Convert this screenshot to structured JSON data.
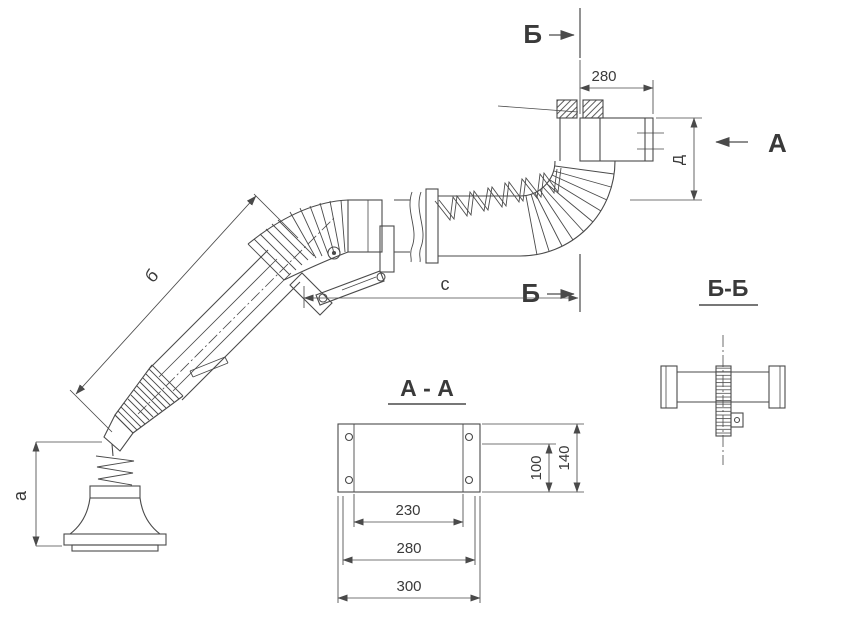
{
  "labels": {
    "b_top": "Б",
    "b_bottom": "Б",
    "a_view": "А",
    "dim_280_outlet": "280",
    "dim_D": "Д",
    "dim_b": "б",
    "dim_c": "с",
    "dim_a": "а",
    "aa_title": "А - А",
    "dim_100": "100",
    "dim_140": "140",
    "dim_230": "230",
    "dim_280_plate": "280",
    "dim_300": "300",
    "bb_title": "Б-Б"
  },
  "colors": {
    "line": "#4a4a4a",
    "text": "#3a3a3a",
    "background": "#ffffff"
  }
}
